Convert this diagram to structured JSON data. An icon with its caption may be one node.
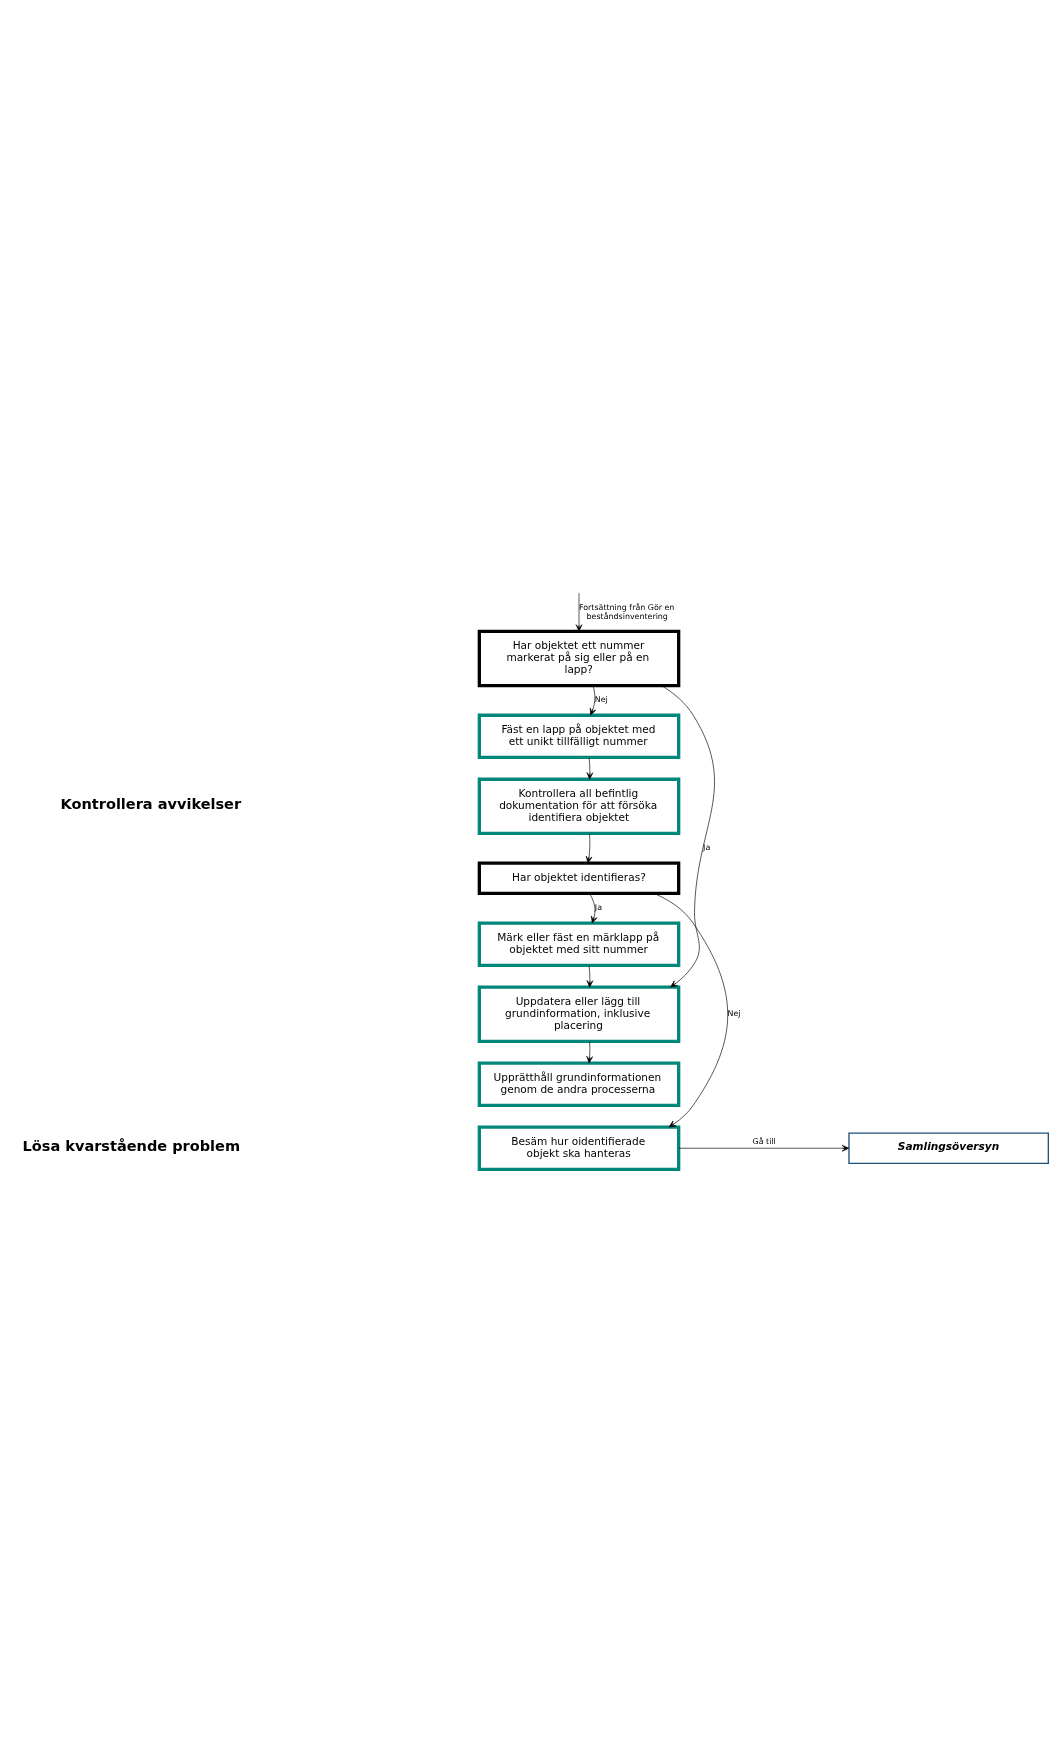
{
  "diagram": {
    "nodes": [
      {
        "text": [
          "Har objektet ett nummer markerat på sig eller på en lapp?"
        ]
      },
      {
        "text": [
          "Fäst en lapp på objektet med ett unikt tillfälligt nummer"
        ]
      },
      {
        "text": [
          "Kontrollera all befintlig dokumentation för att försöka identifiera objektet"
        ]
      },
      {
        "text": [
          "Har objektet identifieras?"
        ]
      },
      {
        "text": [
          "Märk eller fäst en märklapp på objektet med sitt nummer"
        ]
      },
      {
        "text": [
          "Uppdatera eller lägg till grundinformation, inklusive placering"
        ]
      },
      {
        "text": [
          "Upprätthåll grundinformationen genom de andra processerna"
        ]
      },
      {
        "text": [
          "Besäm hur oidentifierade objekt ska hanteras"
        ]
      },
      {
        "text": [
          "Samlingsöversyn"
        ]
      }
    ],
    "edges": [
      {
        "from": null,
        "to": 0,
        "arrow": "to",
        "label": "Fortsättning från Gör en beståndsinventering"
      },
      {
        "from": 0,
        "to": 1,
        "arrow": "to",
        "label": "Nej"
      },
      {
        "from": 0,
        "to": 5,
        "arrow": "to",
        "label": "Ja"
      },
      {
        "from": 1,
        "to": 2,
        "arrow": "to"
      },
      {
        "from": 2,
        "to": 3,
        "arrow": "to"
      },
      {
        "from": 3,
        "to": 4,
        "arrow": "to",
        "label": "Ja"
      },
      {
        "from": 3,
        "to": 7,
        "arrow": "to",
        "label": "Nej"
      },
      {
        "from": 4,
        "to": 5,
        "arrow": "to"
      },
      {
        "from": 5,
        "to": 6,
        "arrow": "to"
      },
      {
        "from": 7,
        "to": 8,
        "arrow": "to",
        "label": "Gå till"
      }
    ],
    "labels": [
      "Kontrollera avvikelser",
      "Lösa kvarstående problem"
    ]
  }
}
